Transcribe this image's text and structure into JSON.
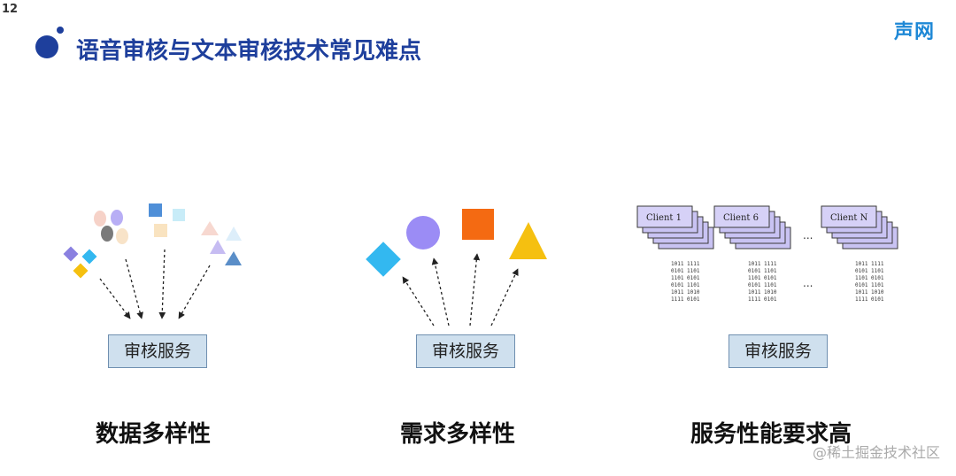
{
  "page_number": "12",
  "logo": "声网",
  "title": "语音审核与文本审核技术常见难点",
  "columns": [
    {
      "service_label": "审核服务",
      "caption": "数据多样性"
    },
    {
      "service_label": "审核服务",
      "caption": "需求多样性"
    },
    {
      "service_label": "审核服务",
      "caption": "服务性能要求高"
    }
  ],
  "clients": [
    "Client 1",
    "Client 6",
    "Client N"
  ],
  "ellipsis": "...",
  "watermark": "@稀土掘金技术社区",
  "colors": {
    "title": "#1e3f9c",
    "logo": "#1e88d6",
    "service_box_fill": "#cfe0ee",
    "service_box_border": "#6f8fb0",
    "diamond": "#33b8f0",
    "circle": "#9b8cf5",
    "square": "#f46a12",
    "triangle": "#f5c010",
    "client_card": "#c9c3f3"
  }
}
